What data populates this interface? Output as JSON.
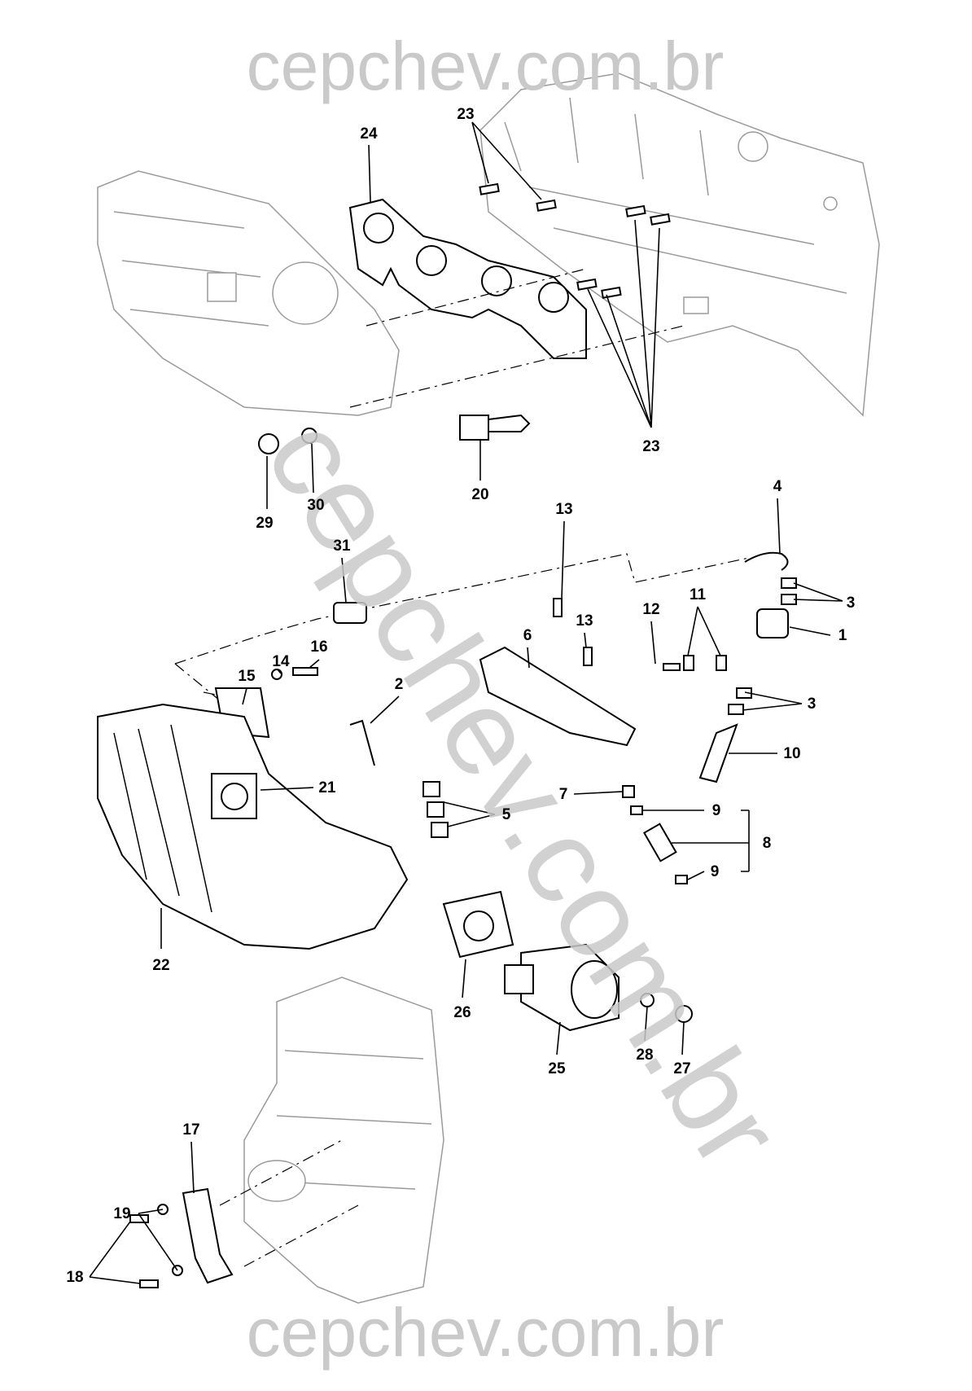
{
  "watermark": "cepchev.com.br",
  "callouts": {
    "c1": "1",
    "c2": "2",
    "c3a": "3",
    "c3b": "3",
    "c4": "4",
    "c5": "5",
    "c6": "6",
    "c7": "7",
    "c8": "8",
    "c9a": "9",
    "c9b": "9",
    "c10": "10",
    "c11": "11",
    "c12": "12",
    "c13a": "13",
    "c13b": "13",
    "c14": "14",
    "c15": "15",
    "c16": "16",
    "c17": "17",
    "c18": "18",
    "c19": "19",
    "c20": "20",
    "c21": "21",
    "c22": "22",
    "c23a": "23",
    "c23b": "23",
    "c24": "24",
    "c25": "25",
    "c26": "26",
    "c27": "27",
    "c28": "28",
    "c29": "29",
    "c30": "30",
    "c31": "31"
  }
}
